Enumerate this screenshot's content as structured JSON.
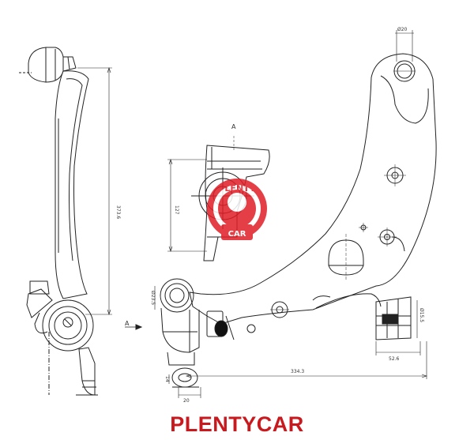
{
  "brand": {
    "name": "PLENTYCAR",
    "color": "#c8191e"
  },
  "watermark": {
    "text_top": "PLENTY",
    "text_bottom": "CAR",
    "color": "#e01e26"
  },
  "view_labels": {
    "arrow_label": "A",
    "section_label": "A"
  },
  "dimensions": {
    "pin_diameter": "Ø20",
    "overall_height": "373.6",
    "section_height": "127",
    "bushing_diameter": "Ø23.5",
    "ball_joint_width": "20",
    "ball_joint_height": "14",
    "overall_length": "334.3",
    "rear_bushing_width": "52.6",
    "rear_bushing_diameter": "Ø15.5"
  },
  "line_color": "#222222"
}
